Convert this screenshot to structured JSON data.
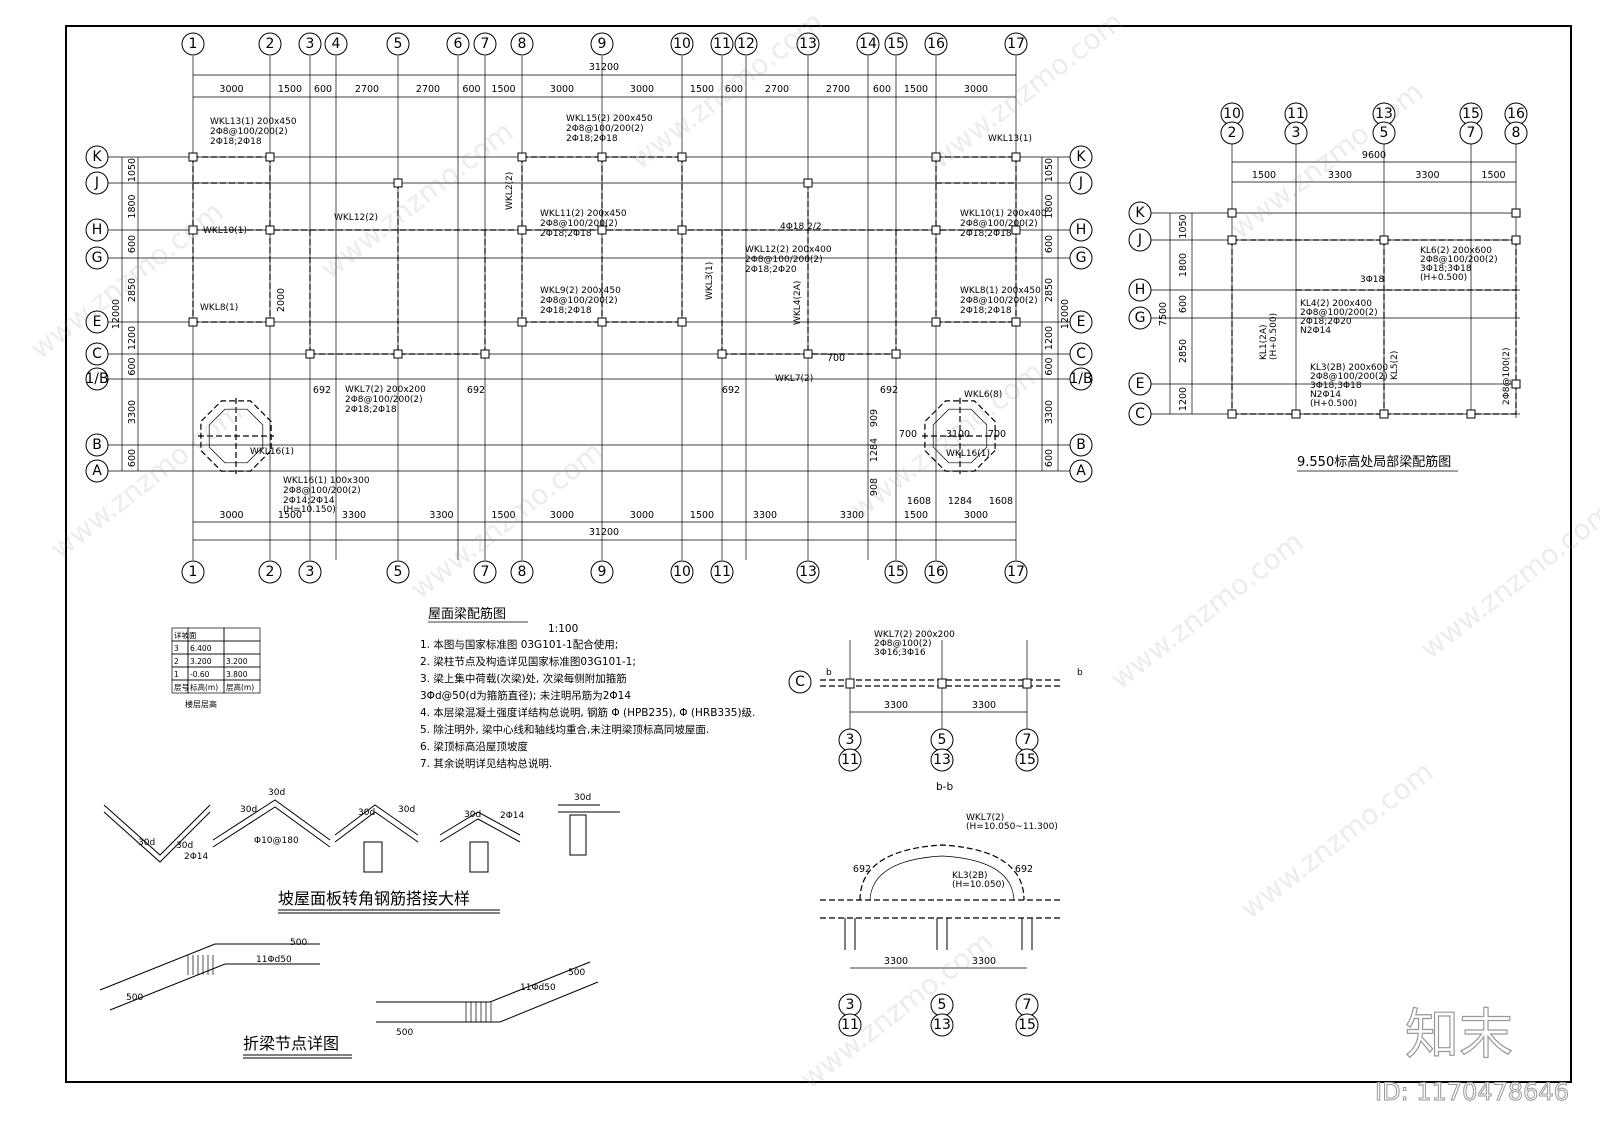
{
  "main_plan": {
    "top_axes": [
      "1",
      "2",
      "3",
      "4",
      "5",
      "6",
      "7",
      "8",
      "9",
      "10",
      "11",
      "12",
      "13",
      "14",
      "15",
      "16",
      "17"
    ],
    "bottom_axes": [
      "1",
      "2",
      "3",
      "5",
      "7",
      "8",
      "9",
      "10",
      "11",
      "13",
      "15",
      "16",
      "17"
    ],
    "row_axes": [
      "K",
      "J",
      "H",
      "G",
      "E",
      "C",
      "1/B",
      "B",
      "A"
    ],
    "top_total": "31200",
    "top_dims": [
      "3000",
      "1500",
      "600",
      "2700",
      "2700",
      "600",
      "1500",
      "3000",
      "3000",
      "1500",
      "600",
      "2700",
      "2700",
      "600",
      "1500",
      "3000"
    ],
    "bottom_total": "31200",
    "bottom_dims": [
      "3000",
      "1500",
      "3300",
      "3300",
      "1500",
      "3000",
      "3000",
      "1500",
      "3300",
      "3300",
      "1500",
      "3000"
    ],
    "left_dims": [
      "1050",
      "1800",
      "600",
      "2850",
      "1200",
      "600",
      "3300",
      "600"
    ],
    "left_total": "12000",
    "right_dims": [
      "1050",
      "1800",
      "600",
      "2850",
      "1200",
      "600",
      "3300",
      "600"
    ],
    "right_total": "12000",
    "beam_labels": [
      "WKL13(1) 200x450",
      "2Φ8@100/200(2)",
      "2Φ18;2Φ18",
      "WKL15(2) 200x450",
      "2Φ8@100/200(2)",
      "2Φ18;2Φ18",
      "WKL13(1)",
      "WKL12(2)",
      "WKL10(1)",
      "WKL8(1)",
      "WKL11(2) 200x450",
      "2Φ8@100/200(2)",
      "2Φ18;2Φ18",
      "WKL9(2) 200x450",
      "2Φ8@100/200(2)",
      "2Φ18;2Φ18",
      "WKL12(2) 200x400",
      "2Φ8@100/200(2)",
      "2Φ18;2Φ20",
      "WKL10(1) 200x400",
      "2Φ8@100/200(2)",
      "2Φ18;2Φ18",
      "WKL8(1) 200x450",
      "2Φ8@100/200(2)",
      "2Φ18;2Φ18",
      "WKL7(2) 200x200",
      "2Φ8@100/200(2)",
      "2Φ18;2Φ18",
      "WKL7(2)",
      "WKL6(8)",
      "WKL16(1)",
      "WKL16(1)",
      "WKL16(1) 100x300",
      "2Φ8@100/200(2)",
      "2Φ14;2Φ14",
      "(H=10.150)",
      "WKL2(2)",
      "WKL3(1)",
      "WKL4(2A)",
      "4Φ18 2/2"
    ],
    "detail_dims": [
      "692",
      "692",
      "692",
      "692",
      "700",
      "909",
      "1284",
      "908",
      "700",
      "3100",
      "700",
      "1608",
      "1284",
      "1608",
      "2000"
    ],
    "title": "屋面梁配筋图",
    "scale": "1:100"
  },
  "notes": [
    "1. 本图与国家标准图 03G101-1配合使用;",
    "2. 梁柱节点及构造详见国家标准图03G101-1;",
    "3. 梁上集中荷载(次梁)处, 次梁每侧附加箍筋",
    "   3Φd@50(d为箍筋直径); 未注明吊筋为2Φ14",
    "4. 本层梁混凝土强度详结构总说明, 钢筋 Φ (HPB235), Φ (HRB335)级.",
    "5. 除注明外, 梁中心线和轴线均重合,未注明梁顶标高同坡屋面.",
    "6. 梁顶标高沿屋顶坡度",
    "7. 其余说明详见结构总说明."
  ],
  "floor_table": {
    "rows": [
      [
        "3",
        "6.400",
        ""
      ],
      [
        "2",
        "3.200",
        "3.200"
      ],
      [
        "1",
        "-0.60",
        "3.800"
      ]
    ],
    "header": [
      "层号",
      "标高(m)",
      "层高(m)"
    ],
    "corner": "详坡面",
    "caption": "楼层层高"
  },
  "partial_plan": {
    "top_axes_a": [
      "10",
      "11",
      "13",
      "15",
      "16"
    ],
    "top_axes_b": [
      "2",
      "3",
      "5",
      "7",
      "8"
    ],
    "total": "9600",
    "dims": [
      "1500",
      "3300",
      "3300",
      "1500"
    ],
    "rows": [
      "K",
      "J",
      "H",
      "G",
      "E",
      "C"
    ],
    "left_dims": [
      "1050",
      "1800",
      "600",
      "2850",
      "1200"
    ],
    "left_total": "7500",
    "labels": [
      "KL6(2) 200x600",
      "2Φ8@100/200(2)",
      "3Φ18;3Φ18",
      "(H+0.500)",
      "3Φ18",
      "KL4(2) 200x400",
      "2Φ8@100/200(2)",
      "2Φ18;2Φ20",
      "N2Φ14",
      "KL3(2B) 200x600",
      "2Φ8@100/200(2)",
      "3Φ18;3Φ18",
      "N2Φ14",
      "(H+0.500)",
      "KL1(2A)",
      "(H+0.500)",
      "KL5(2)",
      "2Φ8@100(2)"
    ],
    "caption": "9.550标高处局部梁配筋图"
  },
  "section_bb": {
    "labels": [
      "WKL7(2) 200x200",
      "2Φ8@100(2)",
      "3Φ16;3Φ16"
    ],
    "row": "C",
    "dims": [
      "3300",
      "3300"
    ],
    "axes_top": [
      "3",
      "5",
      "7"
    ],
    "axes_bottom": [
      "11",
      "13",
      "15"
    ],
    "caption": "b-b",
    "tag": "b"
  },
  "section_arch": {
    "labels": [
      "WKL7(2)",
      "(H=10.050~11.300)",
      "KL3(2B)",
      "(H=10.050)"
    ],
    "dims_small": [
      "692",
      "692"
    ],
    "dims": [
      "3300",
      "3300"
    ],
    "axes_top": [
      "3",
      "5",
      "7"
    ],
    "axes_bottom": [
      "11",
      "13",
      "15"
    ]
  },
  "slab_detail": {
    "caption": "坡屋面板转角钢筋搭接大样",
    "labels": [
      "30d",
      "30d",
      "2Φ14",
      "30d",
      "30d",
      "Φ10@180",
      "30d",
      "30d",
      "30d",
      "2Φ14",
      "30d"
    ]
  },
  "fold_beam": {
    "caption": "折梁节点详图",
    "labels": [
      "11Φd50",
      "500",
      "500",
      "11Φd50",
      "500",
      "500"
    ]
  },
  "watermark": {
    "brand": "知末",
    "id": "ID: 1170478646",
    "site": "www.znzmo.com"
  }
}
